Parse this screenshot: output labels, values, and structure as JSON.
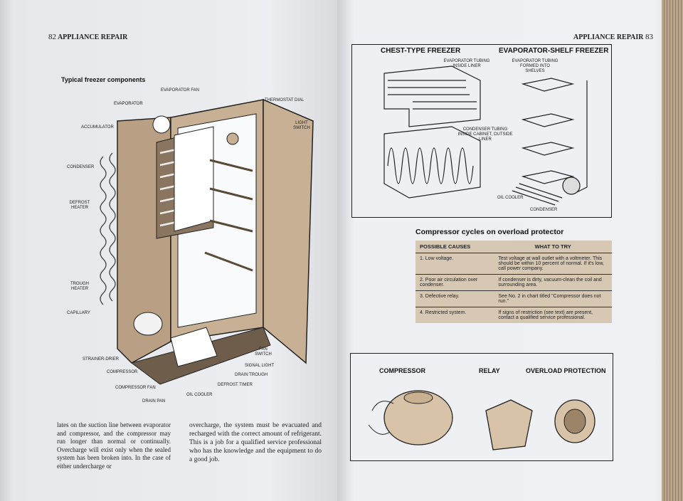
{
  "left_page": {
    "header": {
      "page_number": "82",
      "running_title": "APPLIANCE REPAIR"
    },
    "figure": {
      "title": "Typical freezer components",
      "labels": {
        "evaporator_fan": "EVAPORATOR FAN",
        "evaporator": "EVAPORATOR",
        "thermostat_dial": "THERMOSTAT DIAL",
        "light_switch": "LIGHT SWITCH",
        "accumulator": "ACCUMULATOR",
        "condenser": "CONDENSER",
        "defrost_heater": "DEFROST HEATER",
        "trough_heater": "TROUGH HEATER",
        "capillary": "CAPILLARY",
        "strainer_drier": "STRAINER-DRIER",
        "compressor": "COMPRESSOR",
        "compressor_fan": "COMPRESSOR FAN",
        "drain_pan": "DRAIN PAN",
        "oil_cooler": "OIL COOLER",
        "defrost_timer": "DEFROST TIMER",
        "drain_trough": "DRAIN TROUGH",
        "signal_light": "SIGNAL LIGHT",
        "fan_switch": "FAN SWITCH"
      }
    },
    "text_col1": "lates on the suction line between evaporator and compressor, and the compressor may run longer than normal or continually. Overcharge will exist only when the sealed system has been broken into. In the case of either undercharge or",
    "text_col2": "overcharge, the system must be evacuated and recharged with the correct amount of refrigerant. This is a job for a qualified service professional who has the knowledge and the equipment to do a good job."
  },
  "right_page": {
    "header": {
      "page_number": "83",
      "running_title": "APPLIANCE REPAIR"
    },
    "top_figure": {
      "chest_title": "CHEST-TYPE FREEZER",
      "shelf_title": "EVAPORATOR-SHELF FREEZER",
      "labels": {
        "evap_inside": "EVAPORATOR TUBING INSIDE LINER",
        "evap_shelves": "EVAPORATOR TUBING FORMED INTO SHELVES",
        "cond_inside": "CONDENSER TUBING INSIDE CABINET, OUTSIDE LINER",
        "oil_cooler": "OIL COOLER",
        "condenser": "CONDENSER"
      }
    },
    "table": {
      "title": "Compressor cycles on overload protector",
      "headers": [
        "POSSIBLE CAUSES",
        "WHAT TO TRY"
      ],
      "rows": [
        [
          "1. Low voltage.",
          "Test voltage at wall outlet with a voltmeter. This should be within 10 percent of normal. If it's low, call power company."
        ],
        [
          "2. Poor air circulation over condenser.",
          "If condenser is dirty, vacuum-clean the coil and surrounding area."
        ],
        [
          "3. Defective relay.",
          "See No. 2 in chart titled \"Compressor does not run.\""
        ],
        [
          "4. Restricted system.",
          "If signs of restriction (see text) are present, contact a qualified service professional."
        ]
      ]
    },
    "bottom_figure": {
      "compressor": "COMPRESSOR",
      "relay": "RELAY",
      "overload": "OVERLOAD PROTECTION"
    }
  }
}
